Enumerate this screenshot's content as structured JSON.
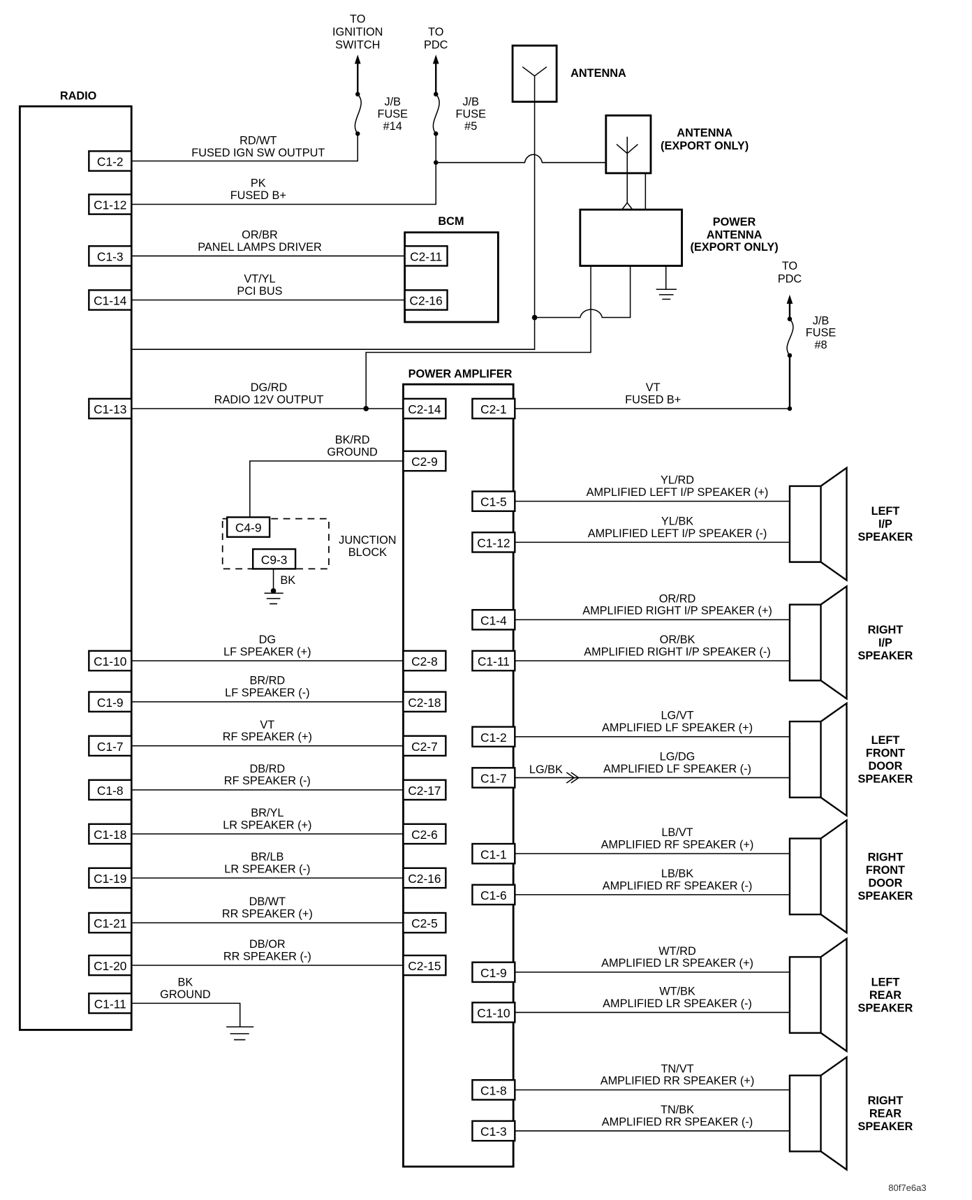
{
  "components": {
    "radio": "RADIO",
    "bcm": "BCM",
    "power_amplifier": "POWER AMPLIFER",
    "antenna": "ANTENNA",
    "antenna_export": [
      "ANTENNA",
      "(EXPORT ONLY)"
    ],
    "power_antenna": [
      "POWER",
      "ANTENNA",
      "(EXPORT ONLY)"
    ],
    "junction_block": [
      "JUNCTION",
      "BLOCK"
    ]
  },
  "feeds": {
    "ignition": [
      "TO",
      "IGNITION",
      "SWITCH"
    ],
    "pdc_top": [
      "TO",
      "PDC"
    ],
    "pdc_right": [
      "TO",
      "PDC"
    ],
    "fuse14": [
      "J/B",
      "FUSE",
      "#14"
    ],
    "fuse5": [
      "J/B",
      "FUSE",
      "#5"
    ],
    "fuse8": [
      "J/B",
      "FUSE",
      "#8"
    ]
  },
  "radio_pins": {
    "c1_2": "C1-2",
    "c1_12": "C1-12",
    "c1_3": "C1-3",
    "c1_14": "C1-14",
    "c1_13": "C1-13",
    "c1_10": "C1-10",
    "c1_9": "C1-9",
    "c1_7": "C1-7",
    "c1_8": "C1-8",
    "c1_18": "C1-18",
    "c1_19": "C1-19",
    "c1_21": "C1-21",
    "c1_20": "C1-20",
    "c1_11": "C1-11"
  },
  "bcm_pins": {
    "c2_11": "C2-11",
    "c2_16": "C2-16"
  },
  "amp_left_pins": {
    "c2_14": "C2-14",
    "c2_9": "C2-9",
    "c2_8": "C2-8",
    "c2_18": "C2-18",
    "c2_7": "C2-7",
    "c2_17": "C2-17",
    "c2_6": "C2-6",
    "c2_16": "C2-16",
    "c2_5": "C2-5",
    "c2_15": "C2-15"
  },
  "amp_right_pins": {
    "c2_1": "C2-1",
    "c1_5": "C1-5",
    "c1_12": "C1-12",
    "c1_4": "C1-4",
    "c1_11": "C1-11",
    "c1_2": "C1-2",
    "c1_7": "C1-7",
    "c1_1": "C1-1",
    "c1_6": "C1-6",
    "c1_9": "C1-9",
    "c1_10": "C1-10",
    "c1_8": "C1-8",
    "c1_3": "C1-3"
  },
  "jb_pins": {
    "c4_9": "C4-9",
    "c9_3": "C9-3"
  },
  "circuits": {
    "ign": [
      "RD/WT",
      "FUSED IGN SW OUTPUT"
    ],
    "b_plus": [
      "PK",
      "FUSED B+"
    ],
    "panel": [
      "OR/BR",
      "PANEL LAMPS DRIVER"
    ],
    "pci": [
      "VT/YL",
      "PCI BUS"
    ],
    "r12v": [
      "DG/RD",
      "RADIO 12V OUTPUT"
    ],
    "amp_gnd": [
      "BK/RD",
      "GROUND"
    ],
    "jb_gnd": "BK",
    "amp_b_plus": [
      "VT",
      "FUSED B+"
    ],
    "lf_pos": [
      "DG",
      "LF SPEAKER (+)"
    ],
    "lf_neg": [
      "BR/RD",
      "LF SPEAKER (-)"
    ],
    "rf_pos": [
      "VT",
      "RF SPEAKER (+)"
    ],
    "rf_neg": [
      "DB/RD",
      "RF SPEAKER (-)"
    ],
    "lr_pos": [
      "BR/YL",
      "LR SPEAKER (+)"
    ],
    "lr_neg": [
      "BR/LB",
      "LR SPEAKER (-)"
    ],
    "rr_pos": [
      "DB/WT",
      "RR SPEAKER (+)"
    ],
    "rr_neg": [
      "DB/OR",
      "RR SPEAKER (-)"
    ],
    "radio_gnd": [
      "BK",
      "GROUND"
    ],
    "a_lip_pos": [
      "YL/RD",
      "AMPLIFIED LEFT I/P SPEAKER (+)"
    ],
    "a_lip_neg": [
      "YL/BK",
      "AMPLIFIED LEFT I/P SPEAKER (-)"
    ],
    "a_rip_pos": [
      "OR/RD",
      "AMPLIFIED RIGHT I/P SPEAKER (+)"
    ],
    "a_rip_neg": [
      "OR/BK",
      "AMPLIFIED RIGHT I/P SPEAKER (-)"
    ],
    "a_lf_pos": [
      "LG/VT",
      "AMPLIFIED LF SPEAKER (+)"
    ],
    "a_lf_neg": [
      "LG/DG",
      "AMPLIFIED LF SPEAKER (-)"
    ],
    "a_lf_neg_alt": "LG/BK",
    "a_rf_pos": [
      "LB/VT",
      "AMPLIFIED RF SPEAKER (+)"
    ],
    "a_rf_neg": [
      "LB/BK",
      "AMPLIFIED RF SPEAKER (-)"
    ],
    "a_lr_pos": [
      "WT/RD",
      "AMPLIFIED LR SPEAKER (+)"
    ],
    "a_lr_neg": [
      "WT/BK",
      "AMPLIFIED LR SPEAKER (-)"
    ],
    "a_rr_pos": [
      "TN/VT",
      "AMPLIFIED RR SPEAKER (+)"
    ],
    "a_rr_neg": [
      "TN/BK",
      "AMPLIFIED RR SPEAKER (-)"
    ]
  },
  "speakers": {
    "left_ip": [
      "LEFT",
      "I/P",
      "SPEAKER"
    ],
    "right_ip": [
      "RIGHT",
      "I/P",
      "SPEAKER"
    ],
    "left_front_door": [
      "LEFT",
      "FRONT",
      "DOOR",
      "SPEAKER"
    ],
    "right_front_door": [
      "RIGHT",
      "FRONT",
      "DOOR",
      "SPEAKER"
    ],
    "left_rear": [
      "LEFT",
      "REAR",
      "SPEAKER"
    ],
    "right_rear": [
      "RIGHT",
      "REAR",
      "SPEAKER"
    ]
  },
  "figure_code": "80f7e6a3"
}
